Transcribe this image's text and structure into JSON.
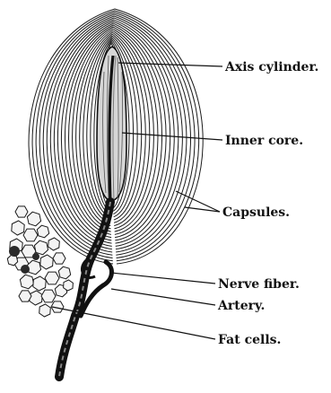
{
  "figure": {
    "background": "#ffffff",
    "ink": "#111111",
    "labels": {
      "axis_cylinder": "Axis cylinder.",
      "inner_core": "Inner core.",
      "capsules": "Capsules.",
      "nerve_fiber": "Nerve fiber.",
      "artery": "Artery.",
      "fat_cells": "Fat cells."
    }
  }
}
